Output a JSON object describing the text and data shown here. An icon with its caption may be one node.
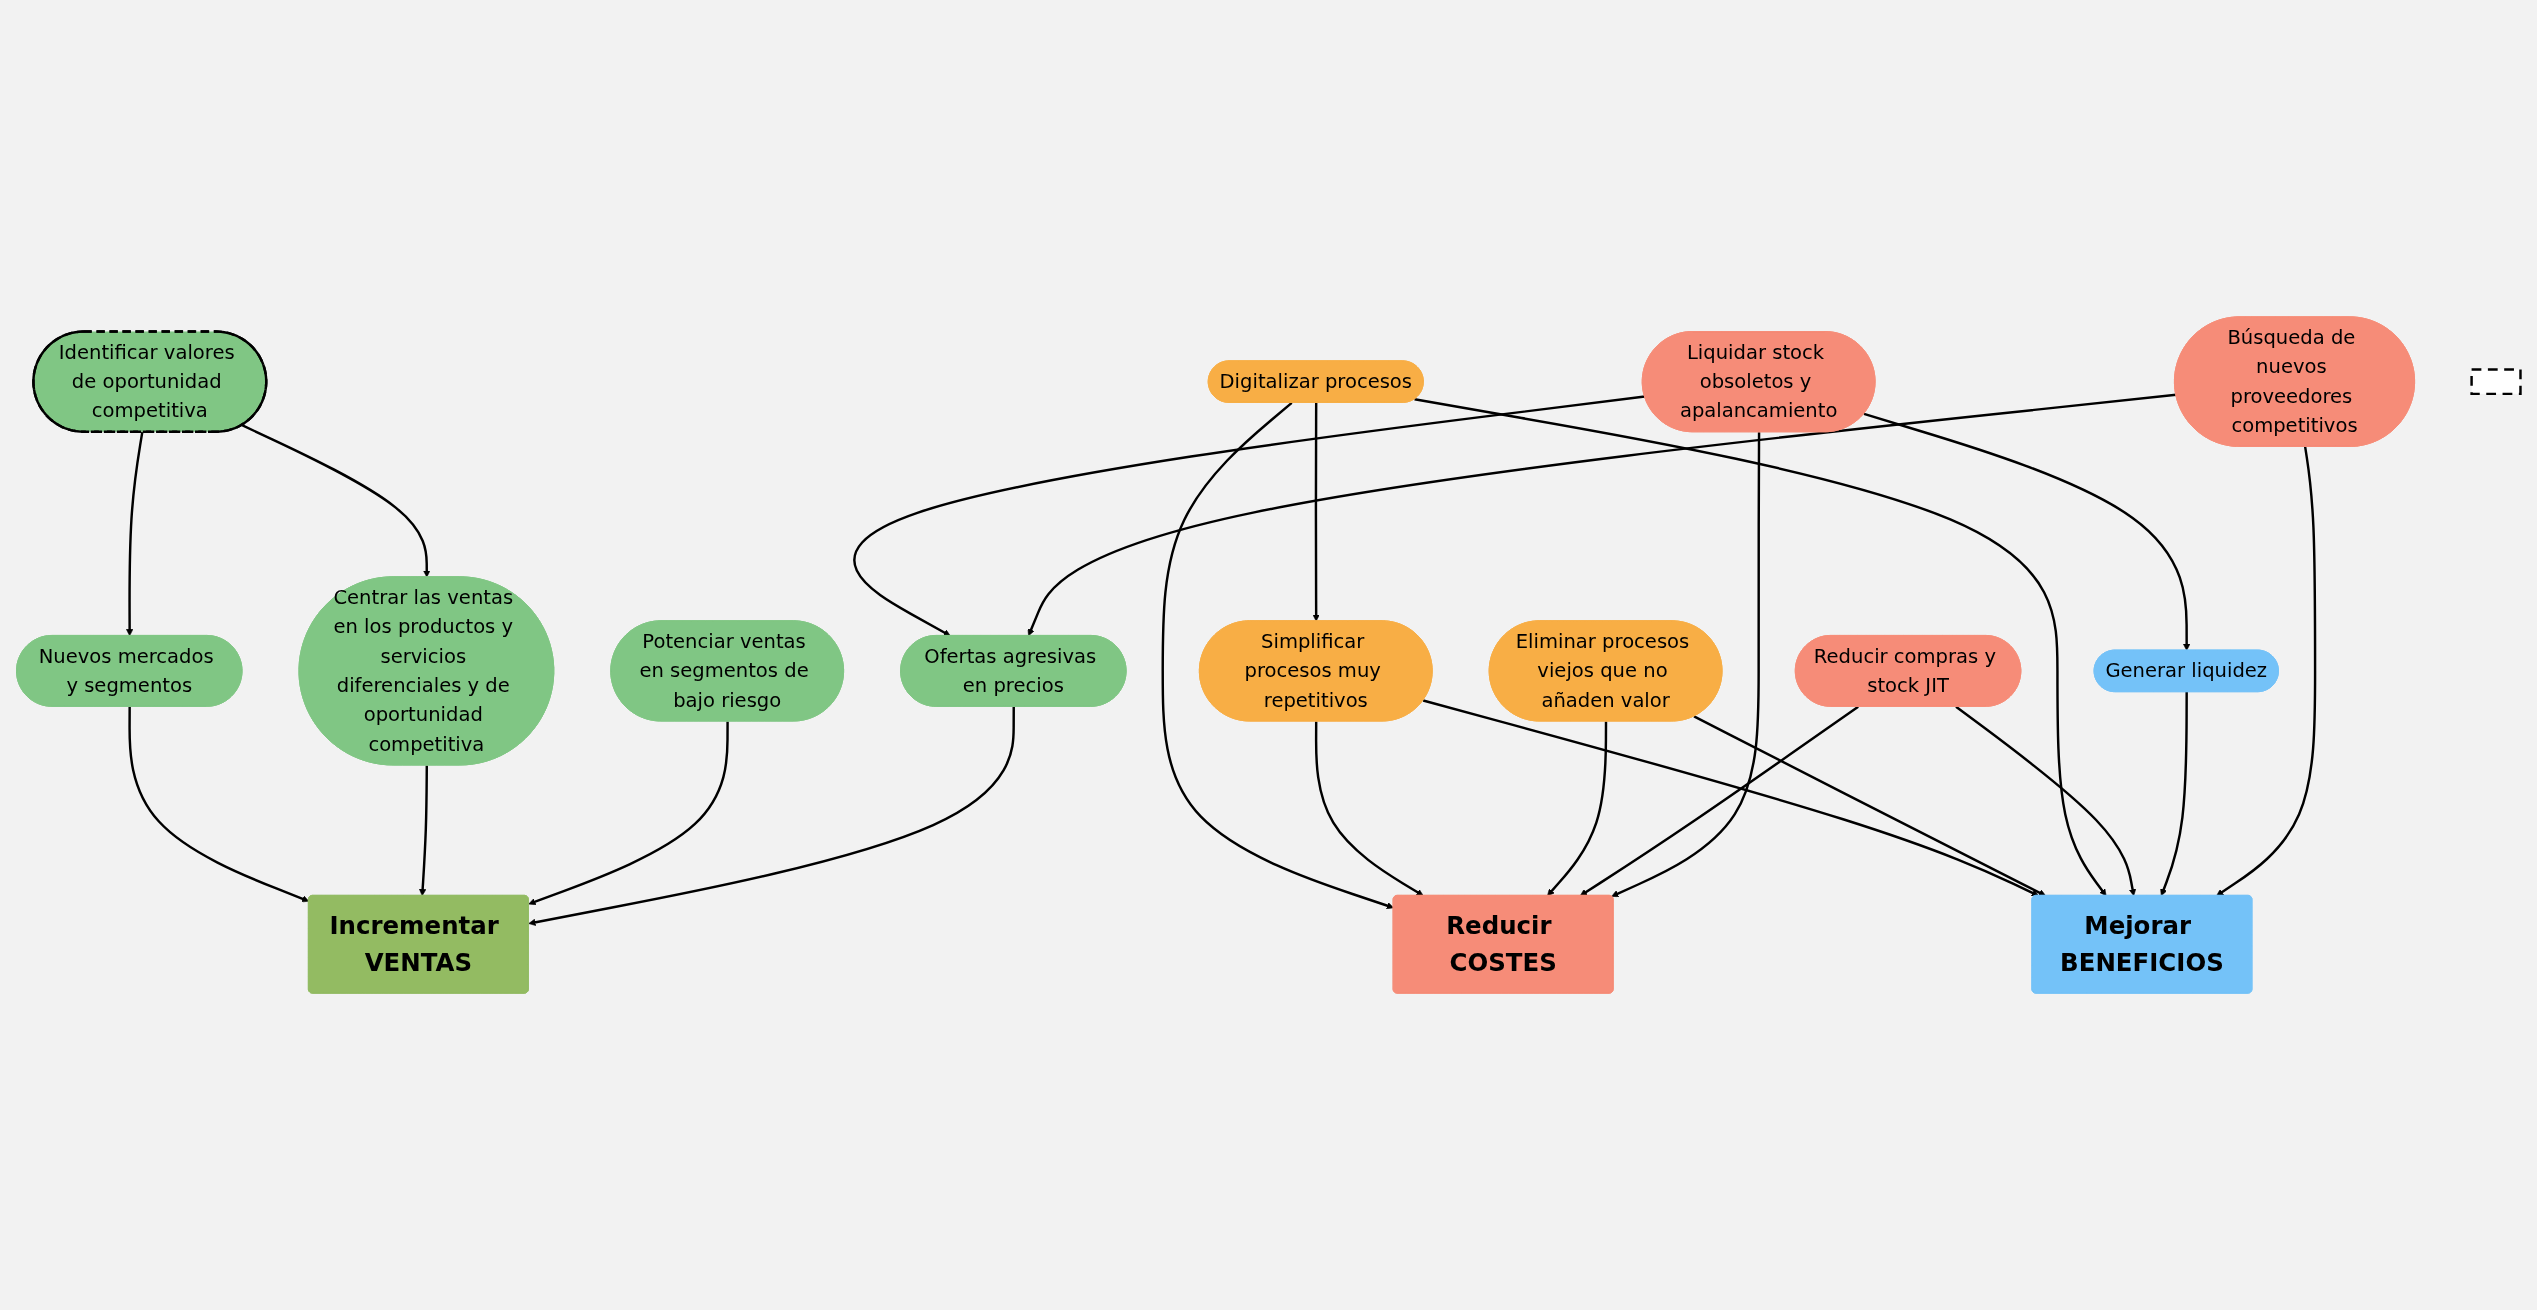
{
  "diagram": {
    "nodes": [
      {
        "text": [
          "Identificar valores de oportunidad competitiva"
        ]
      },
      {
        "text": [
          "Nuevos mercados y segmentos"
        ]
      },
      {
        "text": [
          "Incrementar VENTAS"
        ]
      },
      {
        "text": [
          "Simplificar procesos muy repetitivos"
        ]
      },
      {
        "text": [
          "Digitalizar procesos"
        ]
      },
      {
        "text": [
          "Eliminar procesos viejos que no añaden valor"
        ]
      },
      {
        "text": [
          "Reducir COSTES"
        ]
      },
      {
        "text": [
          "Mejorar BENEFICIOS"
        ]
      },
      {
        "text": [
          "Centrar las ventas en los productos y servicios diferenciales y de oportunidad competitiva"
        ]
      },
      {
        "text": [
          "Ofertas agresivas en precios"
        ]
      },
      {
        "text": [
          "Reducir compras y stock JIT"
        ]
      },
      {
        "text": [
          "Potenciar ventas en segmentos de bajo riesgo"
        ]
      },
      {
        "text": [
          "Liquidar stock obsoletos y apalancamiento"
        ]
      },
      {
        "text": [
          "Generar liquidez"
        ]
      },
      {
        "text": [
          "Búsqueda de nuevos proveedores competitivos"
        ]
      },
      {
        "text": [],
        "shape": "box"
      }
    ],
    "edges": [
      {
        "from": 0,
        "to": 1,
        "arrow": "to"
      },
      {
        "from": 0,
        "to": 8,
        "arrow": "to"
      },
      {
        "from": 1,
        "to": 2,
        "arrow": "to"
      },
      {
        "from": 8,
        "to": 2,
        "arrow": "to"
      },
      {
        "from": 11,
        "to": 2,
        "arrow": "to"
      },
      {
        "from": 9,
        "to": 2,
        "arrow": "to"
      },
      {
        "from": 4,
        "to": 3,
        "arrow": "to"
      },
      {
        "from": 4,
        "to": 6,
        "arrow": "to"
      },
      {
        "from": 3,
        "to": 6,
        "arrow": "to"
      },
      {
        "from": 3,
        "to": 7,
        "arrow": "to"
      },
      {
        "from": 5,
        "to": 6,
        "arrow": "to"
      },
      {
        "from": 5,
        "to": 7,
        "arrow": "to"
      },
      {
        "from": 4,
        "to": 7,
        "arrow": "to"
      },
      {
        "from": 10,
        "to": 6,
        "arrow": "to"
      },
      {
        "from": 10,
        "to": 7,
        "arrow": "to"
      },
      {
        "from": 12,
        "to": 6,
        "arrow": "to"
      },
      {
        "from": 12,
        "to": 9,
        "arrow": "to"
      },
      {
        "from": 12,
        "to": 13,
        "arrow": "to"
      },
      {
        "from": 13,
        "to": 7,
        "arrow": "to"
      },
      {
        "from": 14,
        "to": 9,
        "arrow": "to"
      },
      {
        "from": 14,
        "to": 7,
        "arrow": "to"
      }
    ]
  }
}
